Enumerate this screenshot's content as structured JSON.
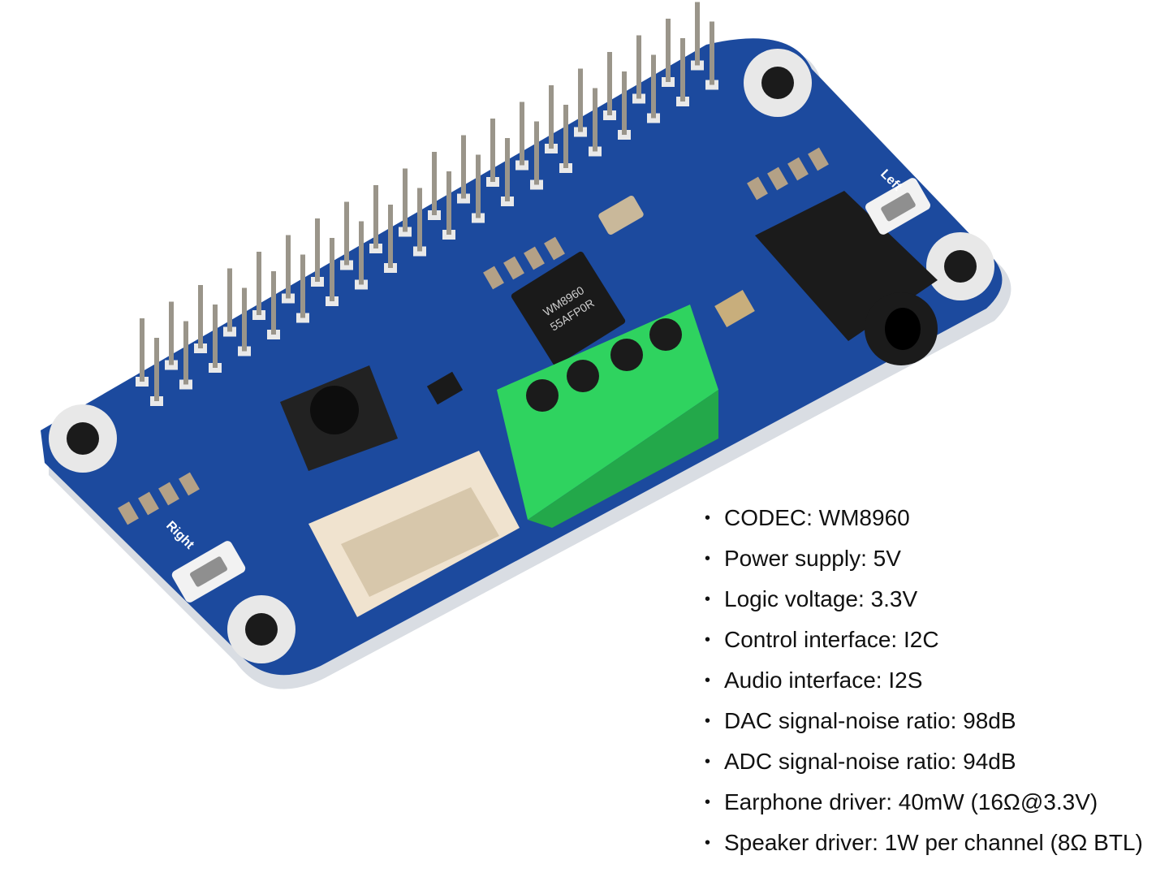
{
  "board": {
    "chip_marking_lines": [
      "WM8960",
      "55AFP0R"
    ],
    "silkscreen_left": "Left",
    "silkscreen_right": "Right",
    "colors": {
      "pcb_blue": "#1c4a9e",
      "pcb_edge": "#d9dde3",
      "terminal_green": "#2fd35f",
      "header_pin": "#9a958a",
      "header_body": "#1a1a1a"
    }
  },
  "specs": [
    {
      "text": "CODEC: WM8960"
    },
    {
      "text": "Power supply: 5V"
    },
    {
      "text": "Logic voltage: 3.3V"
    },
    {
      "text": "Control interface: I2C"
    },
    {
      "text": "Audio interface: I2S"
    },
    {
      "text": "DAC signal-noise ratio: 98dB"
    },
    {
      "text": "ADC signal-noise ratio: 94dB"
    },
    {
      "text": "Earphone driver: 40mW (16Ω@3.3V)"
    },
    {
      "text": "Speaker driver: 1W per channel (8Ω BTL)"
    }
  ]
}
